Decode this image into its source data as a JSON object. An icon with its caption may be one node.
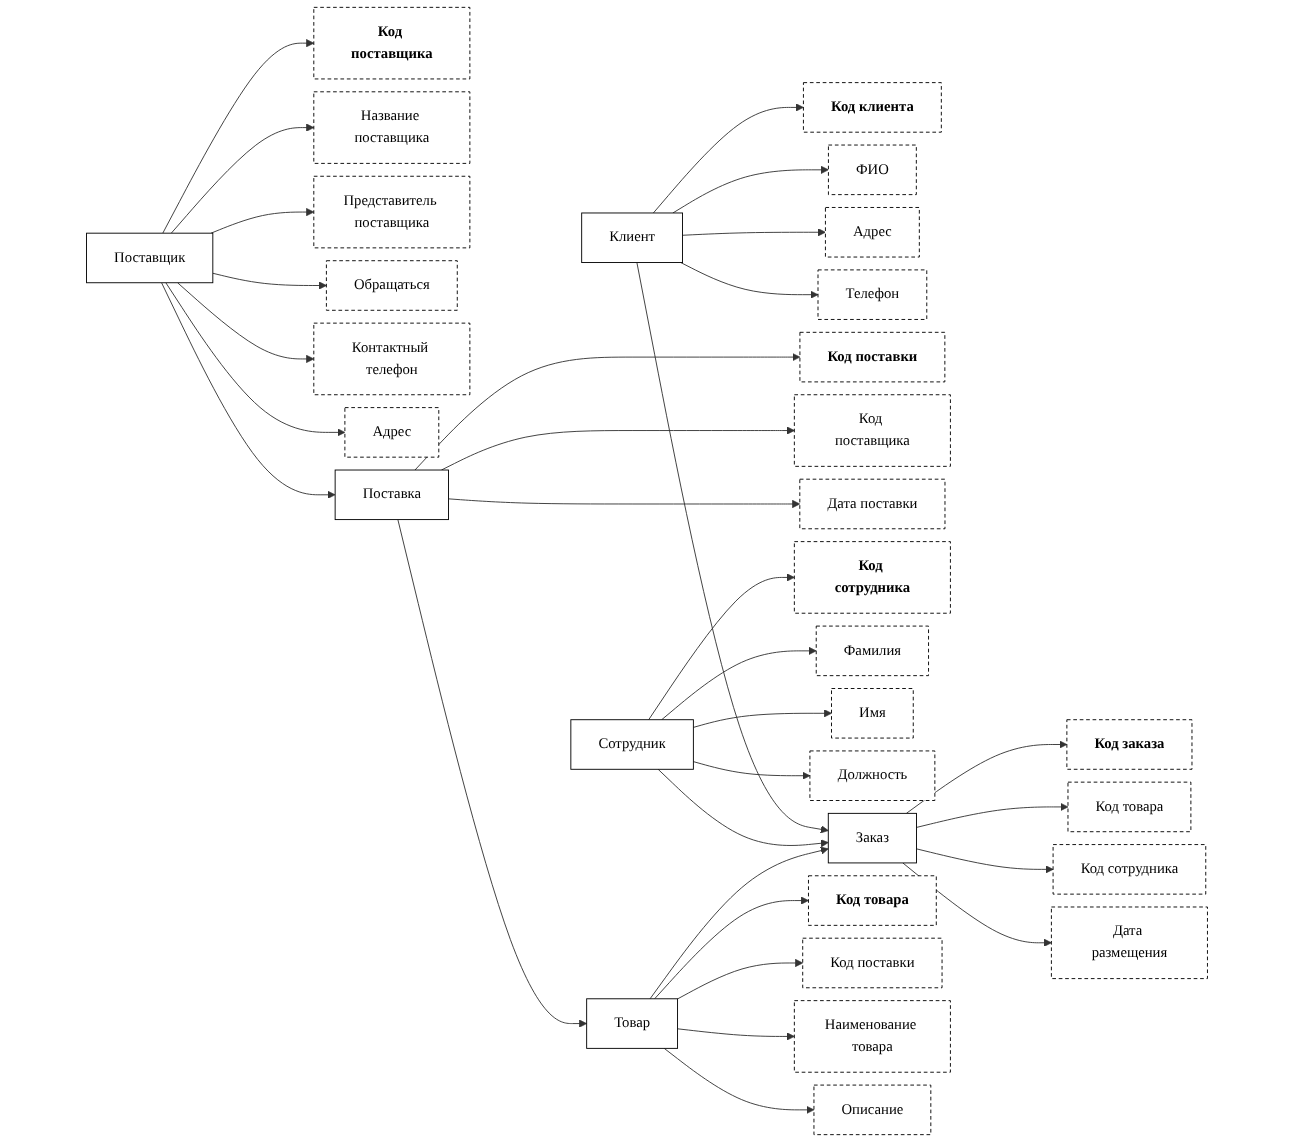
{
  "diagram": {
    "nodes": [
      {
        "text": [
          "Поставщик"
        ]
      },
      {
        "text": [
          "Код поставщика"
        ]
      },
      {
        "text": [
          "Название поставщика"
        ]
      },
      {
        "text": [
          "Представитель поставщика"
        ]
      },
      {
        "text": [
          "Обращаться"
        ]
      },
      {
        "text": [
          "Контактный телефон"
        ]
      },
      {
        "text": [
          "Адрес"
        ]
      },
      {
        "text": [
          "Клиент"
        ]
      },
      {
        "text": [
          "Код клиента"
        ]
      },
      {
        "text": [
          "ФИО"
        ]
      },
      {
        "text": [
          "Адрес"
        ]
      },
      {
        "text": [
          "Телефон"
        ]
      },
      {
        "text": [
          "Поставка"
        ]
      },
      {
        "text": [
          "Код поставки"
        ]
      },
      {
        "text": [
          "Код поставщика"
        ]
      },
      {
        "text": [
          "Дата поставки"
        ]
      },
      {
        "text": [
          "Сотрудник"
        ]
      },
      {
        "text": [
          "Код сотрудника"
        ]
      },
      {
        "text": [
          "Фамилия"
        ]
      },
      {
        "text": [
          "Имя"
        ]
      },
      {
        "text": [
          "Должность"
        ]
      },
      {
        "text": [
          "Заказ"
        ]
      },
      {
        "text": [
          "Код заказа"
        ]
      },
      {
        "text": [
          "Код товара"
        ]
      },
      {
        "text": [
          "Код сотрудника"
        ]
      },
      {
        "text": [
          "Дата размещения"
        ]
      },
      {
        "text": [
          "Товар"
        ]
      },
      {
        "text": [
          "Код товара"
        ]
      },
      {
        "text": [
          "Код поставки"
        ]
      },
      {
        "text": [
          "Наименование товара"
        ]
      },
      {
        "text": [
          "Описание"
        ]
      }
    ],
    "edges": [
      {
        "from": 0,
        "to": 12,
        "arrow": "to"
      },
      {
        "from": 0,
        "to": 1,
        "arrow": "to"
      },
      {
        "from": 0,
        "to": 2,
        "arrow": "to"
      },
      {
        "from": 0,
        "to": 3,
        "arrow": "to"
      },
      {
        "from": 0,
        "to": 4,
        "arrow": "to"
      },
      {
        "from": 0,
        "to": 5,
        "arrow": "to"
      },
      {
        "from": 0,
        "to": 6,
        "arrow": "to"
      },
      {
        "from": 7,
        "to": 21,
        "arrow": "to"
      },
      {
        "from": 7,
        "to": 8,
        "arrow": "to"
      },
      {
        "from": 7,
        "to": 9,
        "arrow": "to"
      },
      {
        "from": 7,
        "to": 10,
        "arrow": "to"
      },
      {
        "from": 7,
        "to": 11,
        "arrow": "to"
      },
      {
        "from": 12,
        "to": 26,
        "arrow": "to"
      },
      {
        "from": 12,
        "to": 13,
        "arrow": "to"
      },
      {
        "from": 12,
        "to": 14,
        "arrow": "to"
      },
      {
        "from": 12,
        "to": 15,
        "arrow": "to"
      },
      {
        "from": 16,
        "to": 21,
        "arrow": "to"
      },
      {
        "from": 16,
        "to": 17,
        "arrow": "to"
      },
      {
        "from": 16,
        "to": 18,
        "arrow": "to"
      },
      {
        "from": 16,
        "to": 19,
        "arrow": "to"
      },
      {
        "from": 16,
        "to": 20,
        "arrow": "to"
      },
      {
        "from": 26,
        "to": 21,
        "arrow": "to"
      },
      {
        "from": 21,
        "to": 22,
        "arrow": "to"
      },
      {
        "from": 21,
        "to": 23,
        "arrow": "to"
      },
      {
        "from": 21,
        "to": 24,
        "arrow": "to"
      },
      {
        "from": 21,
        "to": 25,
        "arrow": "to"
      },
      {
        "from": 26,
        "to": 27,
        "arrow": "to"
      },
      {
        "from": 26,
        "to": 28,
        "arrow": "to"
      },
      {
        "from": 26,
        "to": 29,
        "arrow": "to"
      },
      {
        "from": 26,
        "to": 30,
        "arrow": "to"
      }
    ]
  }
}
